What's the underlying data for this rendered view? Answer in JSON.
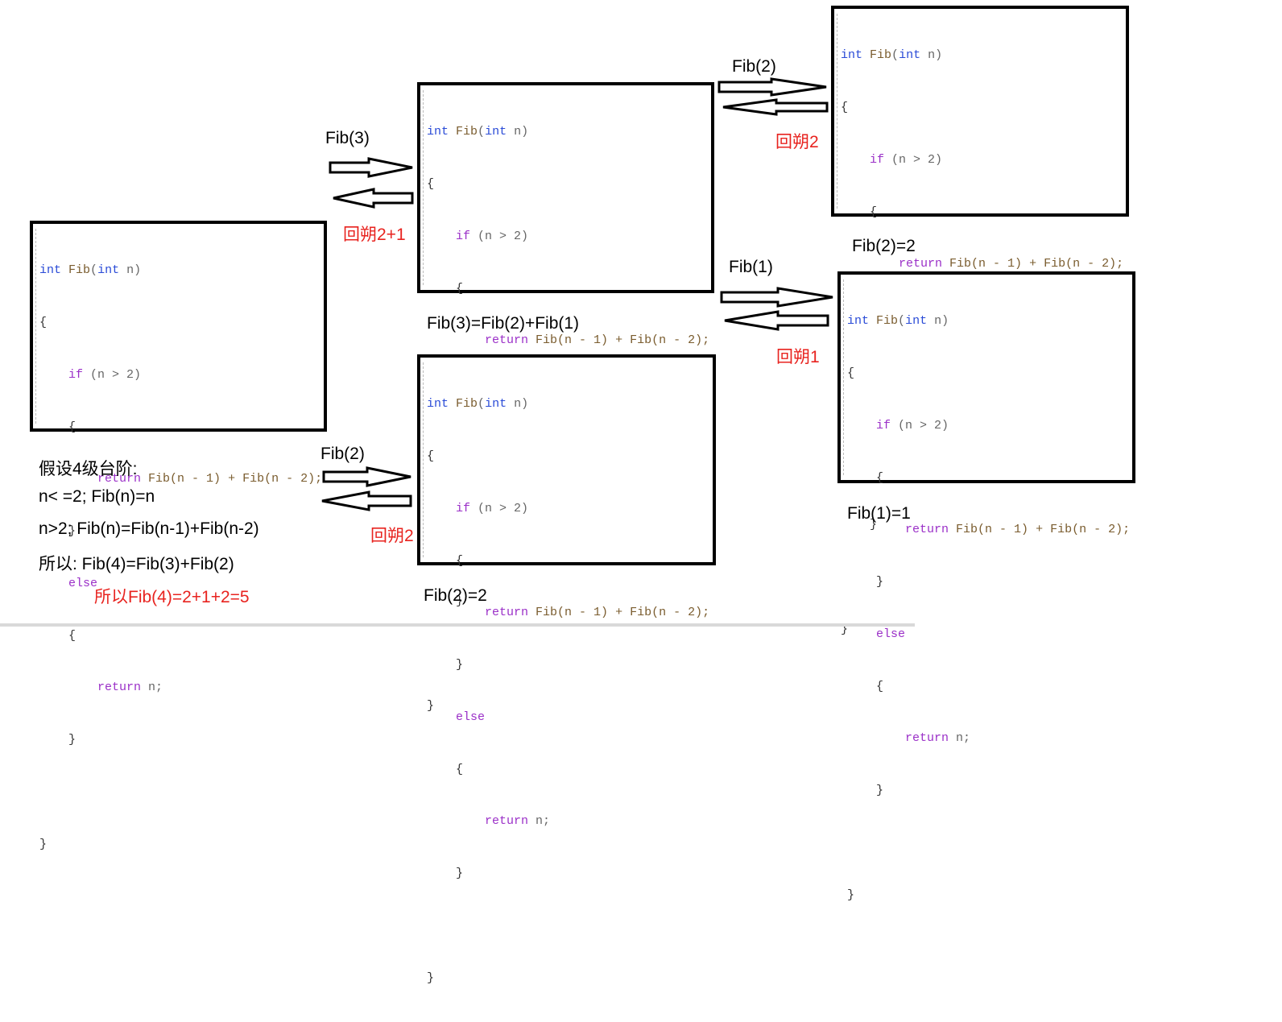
{
  "code_lines": [
    {
      "a": "int",
      "b": " Fib",
      "c": "(",
      "d": "int",
      "e": " n)"
    },
    {
      "t": "{"
    },
    {
      "t": "    if (n > 2)"
    },
    {
      "t": "    {"
    },
    {
      "t": "        return Fib(n - 1) + Fib(n - 2);"
    },
    {
      "t": "    }"
    },
    {
      "t": "    else"
    },
    {
      "t": "    {"
    },
    {
      "t": "        return n;"
    },
    {
      "t": "    }"
    },
    {
      "t": ""
    },
    {
      "t": "}"
    }
  ],
  "code": {
    "l0_int": "int",
    "l0_fib": "Fib",
    "l0_int2": "int",
    "l0_n": "n)",
    "open": "{",
    "if_kw": "if",
    "if_cond": "(n > 2)",
    "b_open": "{",
    "ret1_kw": "return",
    "ret1_expr": "Fib(n - 1) + Fib(n - 2);",
    "b_close": "}",
    "else_kw": "else",
    "ret2_kw": "return",
    "ret2_expr": "n;",
    "close": "}"
  },
  "labels": {
    "fib3_call": "Fib(3)",
    "back_2plus1": "回朔2+1",
    "fib2_call_top": "Fib(2)",
    "back2_top": "回朔2",
    "fib2_eq_top": "Fib(2)=2",
    "fib1_call": "Fib(1)",
    "back1": "回朔1",
    "fib1_eq": "Fib(1)=1",
    "fib3_eq": "Fib(3)=Fib(2)+Fib(1)",
    "fib2_call_bottom": "Fib(2)",
    "back2_bottom": "回朔2",
    "fib2_eq_bottom": "Fib(2)=2"
  },
  "notes": {
    "line1": "假设4级台阶:",
    "line2": "n< =2;  Fib(n)=n",
    "line3": "n>2;  Fib(n)=Fib(n-1)+Fib(n-2)",
    "line4": "所以:  Fib(4)=Fib(3)+Fib(2)",
    "line5": "所以Fib(4)=2+1+2=5"
  },
  "colors": {
    "keyword": "#2a4bd7",
    "function": "#7a5c2e",
    "control": "#9b30c8",
    "red_text": "#e8231f"
  }
}
